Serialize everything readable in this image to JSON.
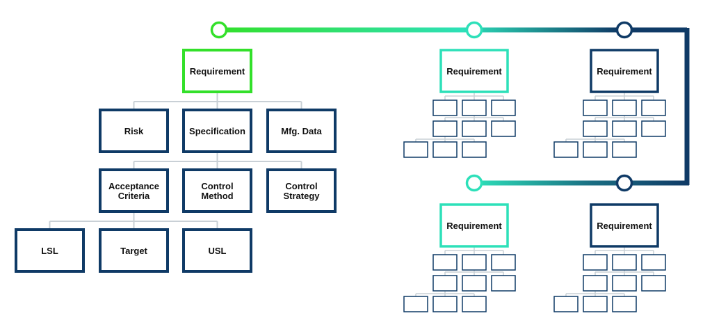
{
  "colors": {
    "green": "#33e02a",
    "teal": "#2de0b9",
    "navy": "#0f3a66",
    "connector": "#c9d0d6",
    "text": "#111111"
  },
  "detail_tree": {
    "root": {
      "label": "Requirement",
      "color": "green"
    },
    "level1": [
      "Risk",
      "Specification",
      "Mfg. Data"
    ],
    "level2": [
      [
        "Acceptance",
        "Criteria"
      ],
      [
        "Control",
        "Method"
      ],
      [
        "Control",
        "Strategy"
      ]
    ],
    "level3": [
      "LSL",
      "Target",
      "USL"
    ]
  },
  "mini_trees": [
    {
      "label": "Requirement",
      "color": "teal"
    },
    {
      "label": "Requirement",
      "color": "navy"
    },
    {
      "label": "Requirement",
      "color": "teal"
    },
    {
      "label": "Requirement",
      "color": "navy"
    }
  ],
  "timeline": {
    "nodes": [
      "green",
      "teal",
      "navy",
      "teal",
      "navy"
    ]
  }
}
